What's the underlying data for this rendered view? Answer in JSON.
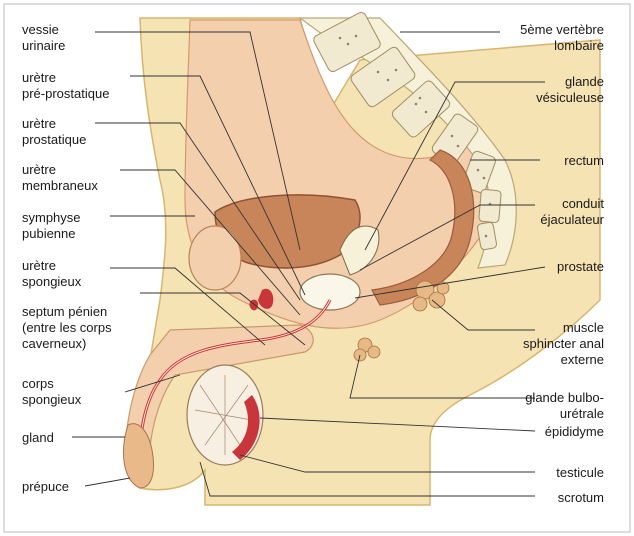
{
  "labels_left": {
    "vessie": [
      "vessie",
      "urinaire"
    ],
    "uretre_pre": [
      "urètre",
      "pré-prostatique"
    ],
    "uretre_prost": [
      "urètre",
      "prostatique"
    ],
    "uretre_memb": [
      "urètre",
      "membraneux"
    ],
    "symphyse": [
      "symphyse",
      "pubienne"
    ],
    "uretre_spong": [
      "urètre",
      "spongieux"
    ],
    "septum": [
      "septum pénien",
      "(entre les corps",
      "caverneux)"
    ],
    "corps_spong": [
      "corps",
      "spongieux"
    ],
    "gland": [
      "gland"
    ],
    "prepuce": [
      "prépuce"
    ]
  },
  "labels_right": {
    "vertebre": [
      "5ème vertèbre",
      "lombaire"
    ],
    "glande_ves": [
      "glande",
      "vésiculeuse"
    ],
    "rectum": [
      "rectum"
    ],
    "conduit": [
      "conduit",
      "éjaculateur"
    ],
    "prostate": [
      "prostate"
    ],
    "muscle": [
      "muscle",
      "sphincter anal",
      "externe"
    ],
    "bulbo": [
      "glande bulbo-",
      "urétrale"
    ],
    "epididyme": [
      "épididyme"
    ],
    "testicule": [
      "testicule"
    ],
    "scrotum": [
      "scrotum"
    ]
  },
  "colors": {
    "skin": "#f6e3b4",
    "flesh": "#e9b98a",
    "organ_light": "#f3cfae",
    "organ_dark": "#c9855a",
    "red": "#c8363b",
    "bone": "#f7f1da",
    "leader": "#333333"
  }
}
